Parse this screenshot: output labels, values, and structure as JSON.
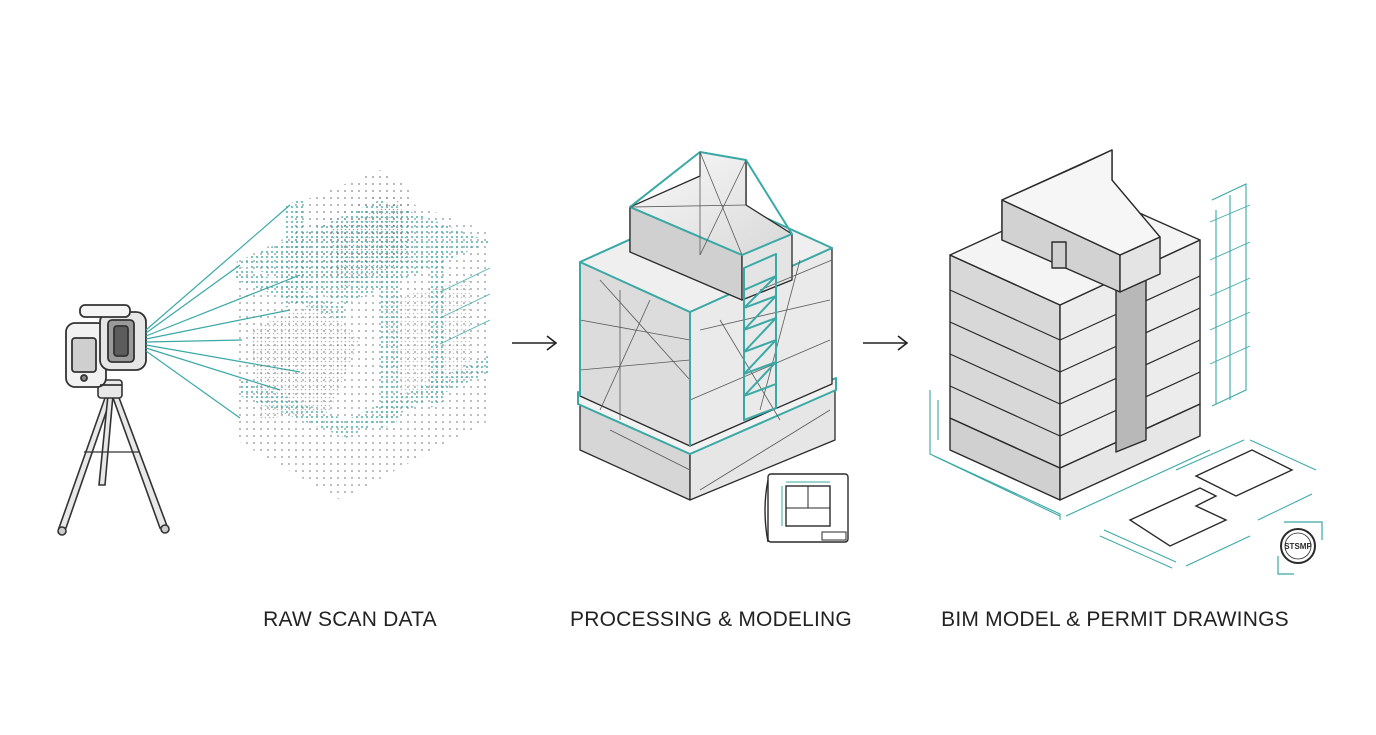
{
  "stages": [
    {
      "label": "RAW SCAN DATA"
    },
    {
      "label": "PROCESSING & MODELING"
    },
    {
      "label": "BIM MODEL & PERMIT DRAWINGS"
    }
  ],
  "stamp_text": "STSMP",
  "colors": {
    "accent": "#3aa9a6",
    "line": "#2a2a2a",
    "face_light": "#f3f3f3",
    "face_mid": "#dcdcdc",
    "face_dark": "#c4c4c4"
  },
  "icons": [
    "laser-scanner-icon",
    "tripod-icon",
    "arrow-right-icon",
    "blueprint-sheet-icon",
    "stamp-icon"
  ]
}
